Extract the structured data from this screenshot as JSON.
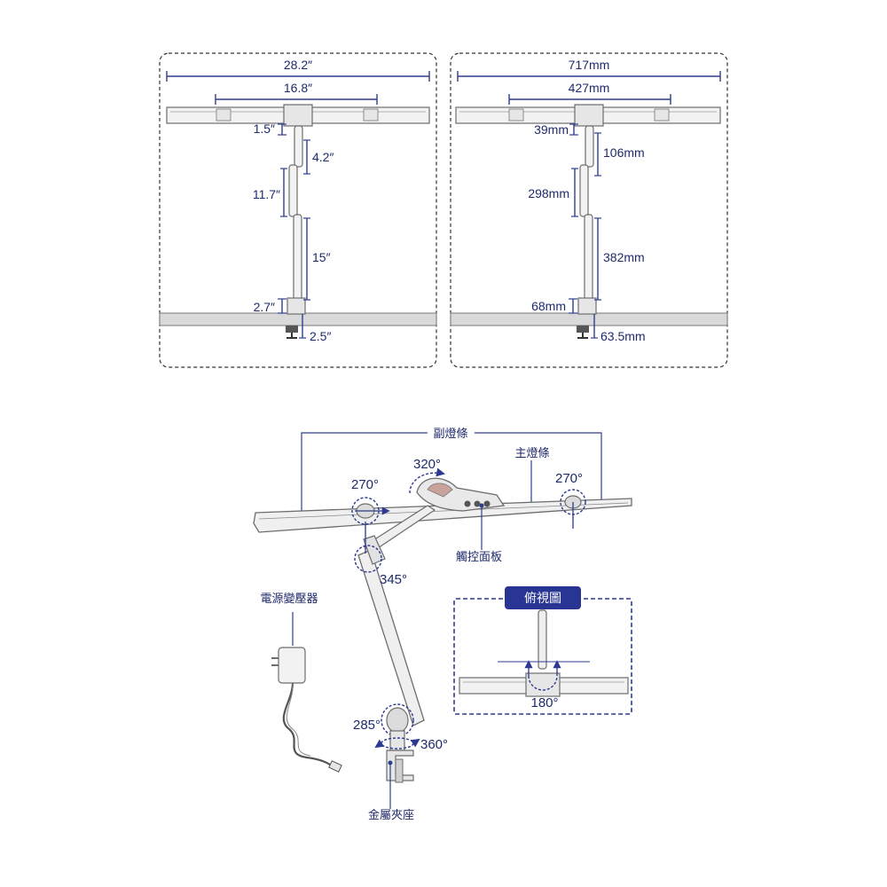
{
  "imperial_panel": {
    "total_bar_width": "28.2″",
    "main_bar_width": "16.8″",
    "top_gap": "1.5″",
    "upper_arm": "4.2″",
    "middle_arm": "11.7″",
    "lower_arm": "15″",
    "base_height": "2.7″",
    "clamp_depth": "2.5″"
  },
  "metric_panel": {
    "total_bar_width": "717mm",
    "main_bar_width": "427mm",
    "top_gap": "39mm",
    "upper_arm": "106mm",
    "middle_arm": "298mm",
    "lower_arm": "382mm",
    "base_height": "68mm",
    "clamp_depth": "63.5mm"
  },
  "parts": {
    "secondary_light_bar": "副燈條",
    "main_light_bar": "主燈條",
    "touch_panel": "觸控面板",
    "power_adapter": "電源變壓器",
    "metal_clamp_base": "金屬夾座",
    "top_view": "俯視圖"
  },
  "rotations": {
    "left_joint": "270°",
    "head": "320°",
    "right_joint": "270°",
    "elbow": "345°",
    "base_tilt": "285°",
    "base_swivel": "360°",
    "top_view_swing": "180°"
  },
  "colors": {
    "annotation_blue": "#1f2a6b",
    "dashed_blue": "#2b3990",
    "dim_line_blue": "#2e3f8f",
    "lamp_outline": "#6d6d6d",
    "lamp_fill": "#e6e6e6",
    "desk_fill": "#d9d9d9",
    "badge_fill": "#283593"
  }
}
